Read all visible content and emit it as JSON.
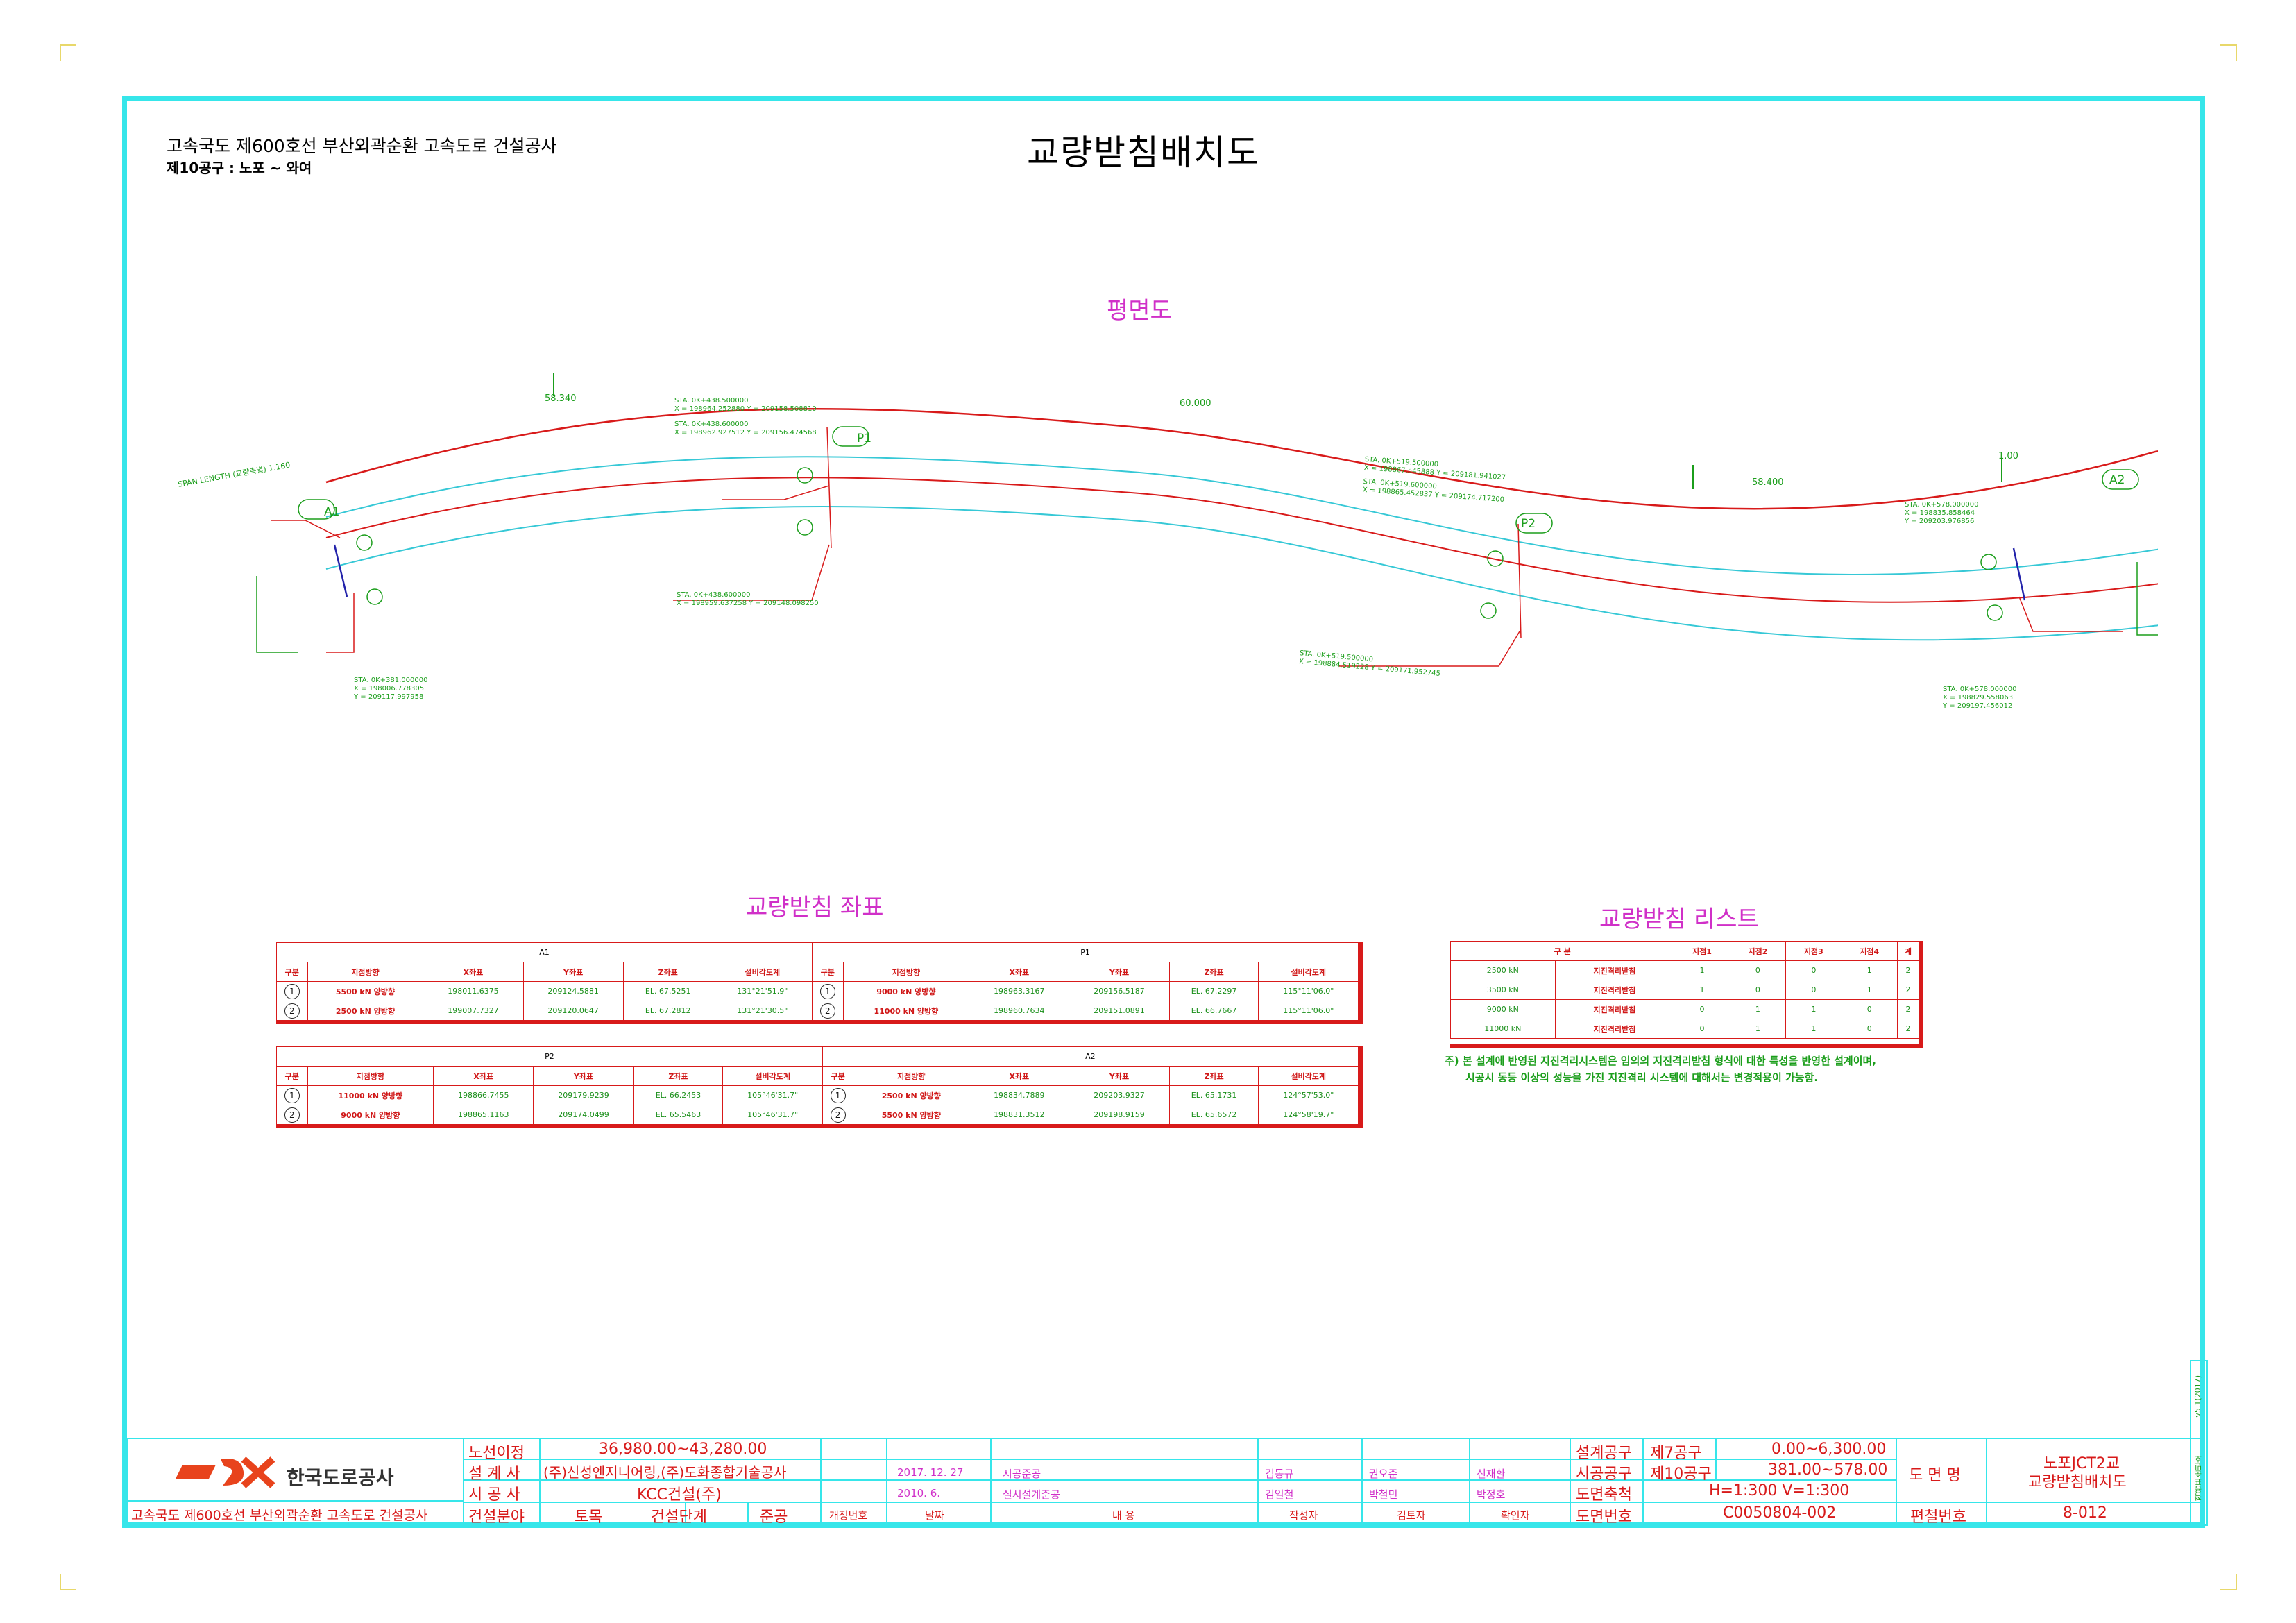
{
  "header": {
    "project": "고속국도 제600호선 부산외곽순환 고속도로 건설공사",
    "section": "제10공구 : 노포 ~ 와여",
    "title": "교량받침배치도"
  },
  "plan": {
    "title": "평면도",
    "dims": {
      "d1": "58.340",
      "d2": "60.000",
      "d3": "58.400",
      "d4": "1.00",
      "span_length": "SPAN LENGTH (교량축별) 1.160"
    },
    "labels": {
      "a1": "A1",
      "p1": "P1",
      "p2": "P2",
      "a2": "A2"
    },
    "stations": [
      "STA. 0K+438.500000",
      "X = 198964.252880  Y = 209158.508810",
      "STA. 0K+438.600000",
      "X = 198962.927512  Y = 209156.474568",
      "STA. 0K+438.600000",
      "X = 198959.637258  Y = 209148.098250",
      "STA. 0K+381.000000",
      "X = 198006.778305",
      "Y = 209117.997958",
      "STA. 0K+519.500000",
      "X = 198867.545888  Y = 209181.941027",
      "STA. 0K+519.600000",
      "X = 198865.452837  Y = 209174.717200",
      "STA. 0K+519.500000",
      "X = 198884.519228  Y = 209171.952745",
      "STA. 0K+578.000000",
      "X = 198835.858464",
      "Y = 209203.976856",
      "STA. 0K+578.000000",
      "X = 198829.558063",
      "Y = 209197.456012"
    ]
  },
  "coords": {
    "title": "교량받침 좌표",
    "headers": [
      "구분",
      "지점방향",
      "X좌표",
      "Y좌표",
      "Z좌표",
      "설비각도계"
    ],
    "groups": [
      {
        "name": "A1",
        "rows": [
          [
            "1",
            "5500 kN 양방향",
            "198011.6375",
            "209124.5881",
            "EL. 67.5251",
            "131°21'51.9\""
          ],
          [
            "2",
            "2500 kN 양방향",
            "199007.7327",
            "209120.0647",
            "EL. 67.2812",
            "131°21'30.5\""
          ]
        ]
      },
      {
        "name": "P1",
        "rows": [
          [
            "1",
            "9000 kN 양방향",
            "198963.3167",
            "209156.5187",
            "EL. 67.2297",
            "115°11'06.0\""
          ],
          [
            "2",
            "11000 kN 양방향",
            "198960.7634",
            "209151.0891",
            "EL. 66.7667",
            "115°11'06.0\""
          ]
        ]
      },
      {
        "name": "P2",
        "rows": [
          [
            "1",
            "11000 kN 양방향",
            "198866.7455",
            "209179.9239",
            "EL. 66.2453",
            "105°46'31.7\""
          ],
          [
            "2",
            "9000 kN 양방향",
            "198865.1163",
            "209174.0499",
            "EL. 65.5463",
            "105°46'31.7\""
          ]
        ]
      },
      {
        "name": "A2",
        "rows": [
          [
            "1",
            "2500 kN 양방향",
            "198834.7889",
            "209203.9327",
            "EL. 65.1731",
            "124°57'53.0\""
          ],
          [
            "2",
            "5500 kN 양방향",
            "198831.3512",
            "209198.9159",
            "EL. 65.6572",
            "124°58'19.7\""
          ]
        ]
      }
    ]
  },
  "bearing_list": {
    "title": "교량받침 리스트",
    "headers": [
      "구 분",
      "지점1",
      "지점2",
      "지점3",
      "지점4",
      "계"
    ],
    "rows": [
      [
        "2500 kN",
        "지진격리받침",
        "1",
        "0",
        "0",
        "1",
        "2"
      ],
      [
        "3500 kN",
        "지진격리받침",
        "1",
        "0",
        "0",
        "1",
        "2"
      ],
      [
        "9000 kN",
        "지진격리받침",
        "0",
        "1",
        "1",
        "0",
        "2"
      ],
      [
        "11000 kN",
        "지진격리받침",
        "0",
        "1",
        "1",
        "0",
        "2"
      ]
    ],
    "note1": "주) 본 설계에 반영된 지진격리시스템은 임의의 지진격리받침 형식에 대한 특성을 반영한 설계이며,",
    "note2": "시공시 동등 이상의 성능을 가진 지진격리 시스템에 대해서는 변경적용이 가능함."
  },
  "title_block": {
    "company": "한국도로공사",
    "project_footer": "고속국도 제600호선 부산외곽순환 고속도로 건설공사",
    "route_label": "노선이정",
    "route_value": "36,980.00~43,280.00",
    "designer_label": "설 계 사",
    "designer_value": "(주)신성엔지니어링,(주)도화종합기술공사",
    "builder_label": "시 공 사",
    "builder_value": "KCC건설(주)",
    "field_label": "건설분야",
    "field_value": "토목",
    "stage_label": "건설단계",
    "stage_value": "준공",
    "rev_headers": [
      "개정번호",
      "날짜",
      "내 용",
      "작성자",
      "검토자",
      "확인자"
    ],
    "rev_rows": [
      [
        "2017. 12. 27",
        "시공준공",
        "김동규",
        "권오준",
        "신재환"
      ],
      [
        "2010. 6.",
        "실시설계준공",
        "김일철",
        "박철민",
        "박정호"
      ]
    ],
    "design_lot_label": "설계공구",
    "design_lot_value": "제7공구",
    "design_range": "0.00~6,300.00",
    "const_lot_label": "시공공구",
    "const_lot_value": "제10공구",
    "const_range": "381.00~578.00",
    "scale_label": "도면축척",
    "scale_value": "H=1:300     V=1:300",
    "dwg_no_label": "도면번호",
    "dwg_no_value": "C0050804-002",
    "dwg_name_label": "도 면 명",
    "dwg_name_1": "노포JCT2교",
    "dwg_name_2": "교량받침배치도",
    "book_no_label": "편철번호",
    "book_no_value": "8-012",
    "side_1": "v5.1(2017)",
    "side_2": "적용표준번호"
  },
  "colors": {
    "frame": "#36e6ea",
    "red": "#d81a1a",
    "green": "#1b9e1b",
    "magenta": "#d030c8",
    "logo": "#e8431c"
  }
}
